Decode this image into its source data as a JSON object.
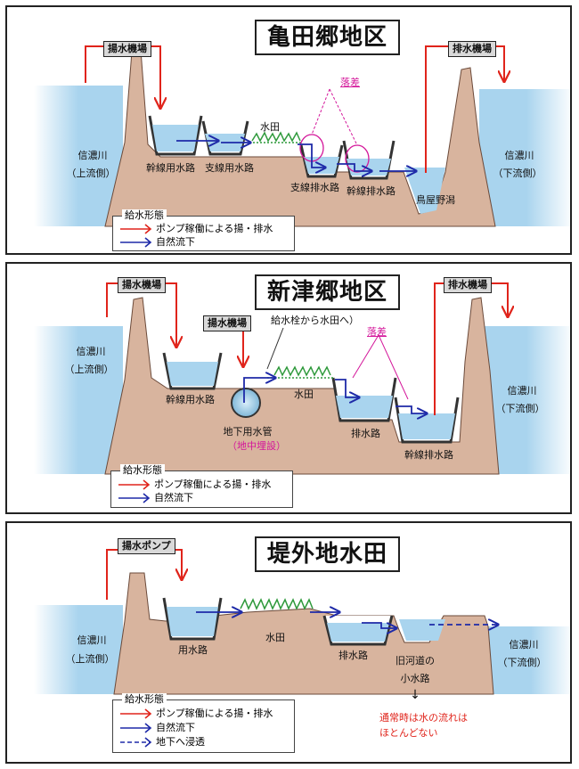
{
  "colors": {
    "water": "#a9d4ee",
    "land": "#d8b49e",
    "red": "#e0241b",
    "blue": "#1e2aa8",
    "magenta": "#d4169a",
    "grass": "#2f9a3c"
  },
  "panel1": {
    "title": "亀田郷地区",
    "pump_in": "揚水機場",
    "pump_out": "排水機場",
    "drop": "落差",
    "paddy": "水田",
    "river_left": [
      "信濃川",
      "（上流側）"
    ],
    "river_right": [
      "信濃川",
      "（下流側）"
    ],
    "main_canal": "幹線用水路",
    "branch_canal": "支線用水路",
    "branch_drain": "支線排水路",
    "main_drain": "幹線排水路",
    "lagoon": "鳥屋野潟",
    "legend": {
      "title": "給水形態",
      "pump": "ポンプ稼働による揚・排水",
      "gravity": "自然流下"
    }
  },
  "panel2": {
    "title": "新津郷地区",
    "pump_in": "揚水機場",
    "pump_in2": "揚水機場",
    "pump_out": "排水機場",
    "hydrant": "給水栓から水田へ）",
    "drop": "落差",
    "paddy": "水田",
    "river_left": [
      "信濃川",
      "（上流側）"
    ],
    "river_right": [
      "信濃川",
      "（下流側）"
    ],
    "main_canal": "幹線用水路",
    "pipe": "地下用水管",
    "pipe_note": "（地中埋設）",
    "drain": "排水路",
    "main_drain": "幹線排水路",
    "legend": {
      "title": "給水形態",
      "pump": "ポンプ稼働による揚・排水",
      "gravity": "自然流下"
    }
  },
  "panel3": {
    "title": "堤外地水田",
    "pump": "揚水ポンプ",
    "paddy": "水田",
    "river_left": [
      "信濃川",
      "（上流側）"
    ],
    "river_right": [
      "信濃川",
      "（下流側）"
    ],
    "canal": "用水路",
    "drain": "排水路",
    "old_channel": [
      "旧河道の",
      "小水路"
    ],
    "down_arrow": "↓",
    "note": [
      "通常時は水の流れは",
      "ほとんどない"
    ],
    "legend": {
      "title": "給水形態",
      "pump": "ポンプ稼働による揚・排水",
      "gravity": "自然流下",
      "seep": "地下へ浸透"
    }
  }
}
